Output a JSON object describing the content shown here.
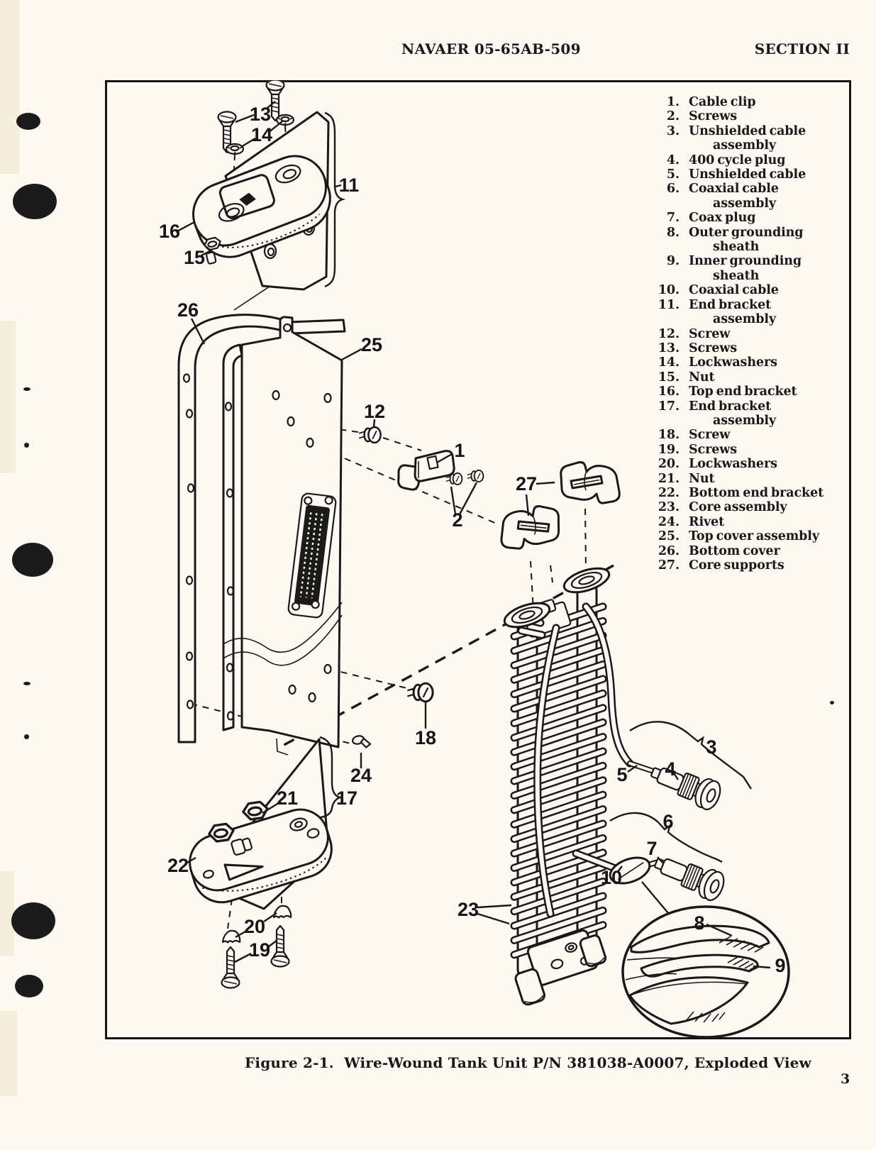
{
  "page": {
    "header": {
      "doc_number": "NAVAER 05-65AB-509",
      "section": "SECTION II"
    },
    "caption": "Figure 2-1.  Wire-Wound Tank Unit P/N 381038-A0007, Exploded View",
    "page_number": "3"
  },
  "parts_list": {
    "items": [
      {
        "num": "1.",
        "label": "Cable clip"
      },
      {
        "num": "2.",
        "label": "Screws"
      },
      {
        "num": "3.",
        "label": "Unshielded cable\nassembly"
      },
      {
        "num": "4.",
        "label": "400 cycle plug"
      },
      {
        "num": "5.",
        "label": "Unshielded cable"
      },
      {
        "num": "6.",
        "label": "Coaxial cable\nassembly"
      },
      {
        "num": "7.",
        "label": "Coax plug"
      },
      {
        "num": "8.",
        "label": "Outer grounding\nsheath"
      },
      {
        "num": "9.",
        "label": "Inner grounding\nsheath"
      },
      {
        "num": "10.",
        "label": "Coaxial cable"
      },
      {
        "num": "11.",
        "label": "End bracket\nassembly"
      },
      {
        "num": "12.",
        "label": "Screw"
      },
      {
        "num": "13.",
        "label": "Screws"
      },
      {
        "num": "14.",
        "label": "Lockwashers"
      },
      {
        "num": "15.",
        "label": "Nut"
      },
      {
        "num": "16.",
        "label": "Top end bracket"
      },
      {
        "num": "17.",
        "label": "End bracket\nassembly"
      },
      {
        "num": "18.",
        "label": "Screw"
      },
      {
        "num": "19.",
        "label": "Screws"
      },
      {
        "num": "20.",
        "label": "Lockwashers"
      },
      {
        "num": "21.",
        "label": "Nut"
      },
      {
        "num": "22.",
        "label": "Bottom end bracket"
      },
      {
        "num": "23.",
        "label": "Core assembly"
      },
      {
        "num": "24.",
        "label": "Rivet"
      },
      {
        "num": "25.",
        "label": "Top cover assembly"
      },
      {
        "num": "26.",
        "label": "Bottom cover"
      },
      {
        "num": "27.",
        "label": "Core supports"
      }
    ]
  },
  "figure": {
    "callouts": [
      "1",
      "2",
      "3",
      "4",
      "5",
      "6",
      "7",
      "8",
      "9",
      "10",
      "11",
      "12",
      "13",
      "14",
      "15",
      "16",
      "17",
      "18",
      "19",
      "20",
      "21",
      "22",
      "23",
      "24",
      "25",
      "26",
      "27"
    ]
  },
  "colors": {
    "ink": "#1b1916",
    "paper": "#fbf9f1"
  }
}
